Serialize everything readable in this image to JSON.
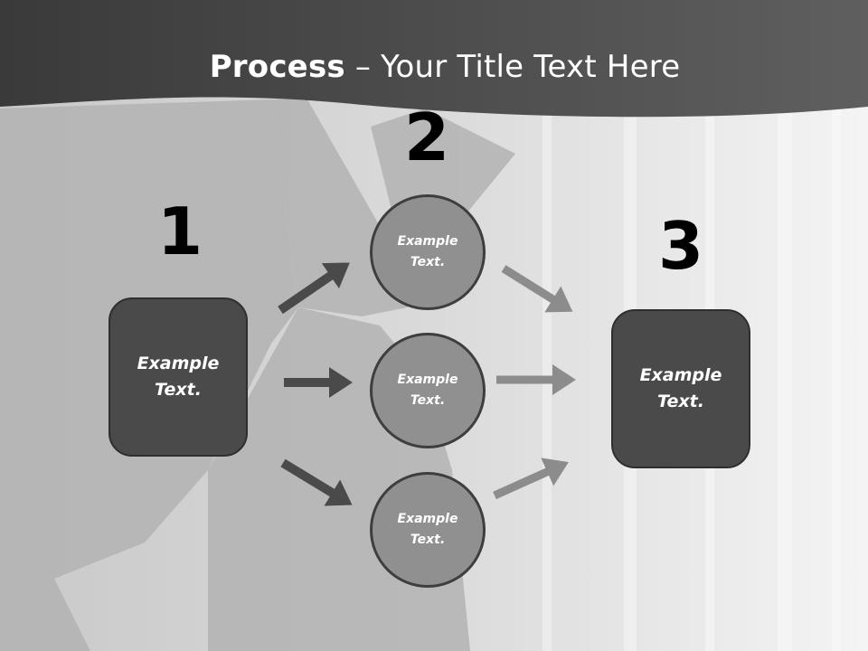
{
  "slide": {
    "title_bold": "Process",
    "title_rest": " – Your Title Text Here",
    "steps": [
      {
        "number": "1",
        "label": "Example Text."
      },
      {
        "number": "2",
        "items": [
          {
            "label": "Example Text."
          },
          {
            "label": "Example Text."
          },
          {
            "label": "Example Text."
          }
        ]
      },
      {
        "number": "3",
        "label": "Example Text."
      }
    ]
  },
  "colors": {
    "header": "#4d4d4d",
    "box_fill": "#4a4a4a",
    "circle_fill": "#909090",
    "arrow_dark": "#4a4a4a",
    "arrow_light": "#8c8c8c",
    "number_text": "#000000"
  }
}
